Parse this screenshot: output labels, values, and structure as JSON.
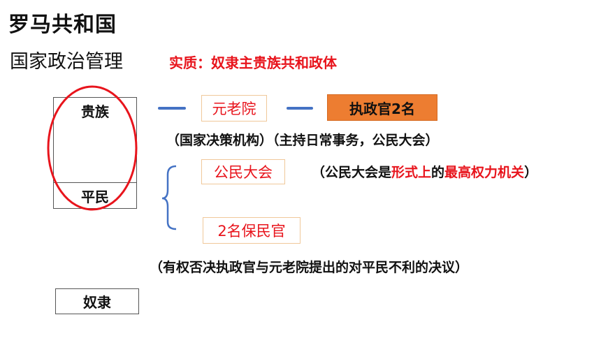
{
  "title": "罗马共和国",
  "subtitle": "国家政治管理",
  "essence": "实质：奴隶主贵族共和政体",
  "classes": {
    "nobles": "贵族",
    "plebs": "平民",
    "slaves": "奴隶"
  },
  "organs": {
    "senate": "元老院",
    "consul": "执政官2名",
    "assembly": "公民大会",
    "tribunes": "2名保民官"
  },
  "notes": {
    "senate_consul": "（国家决策机构）（主持日常事务，公民大会）",
    "assembly_prefix": "（公民大会是",
    "assembly_red1": "形式上",
    "assembly_mid": "的",
    "assembly_red2": "最高权力机关",
    "assembly_suffix": "）",
    "tribunes": "（有权否决执政官与元老院提出的对平民不利的决议）"
  },
  "colors": {
    "accent_red": "#e8141c",
    "connector_blue": "#4472c4",
    "consul_orange": "#ed7d31"
  }
}
